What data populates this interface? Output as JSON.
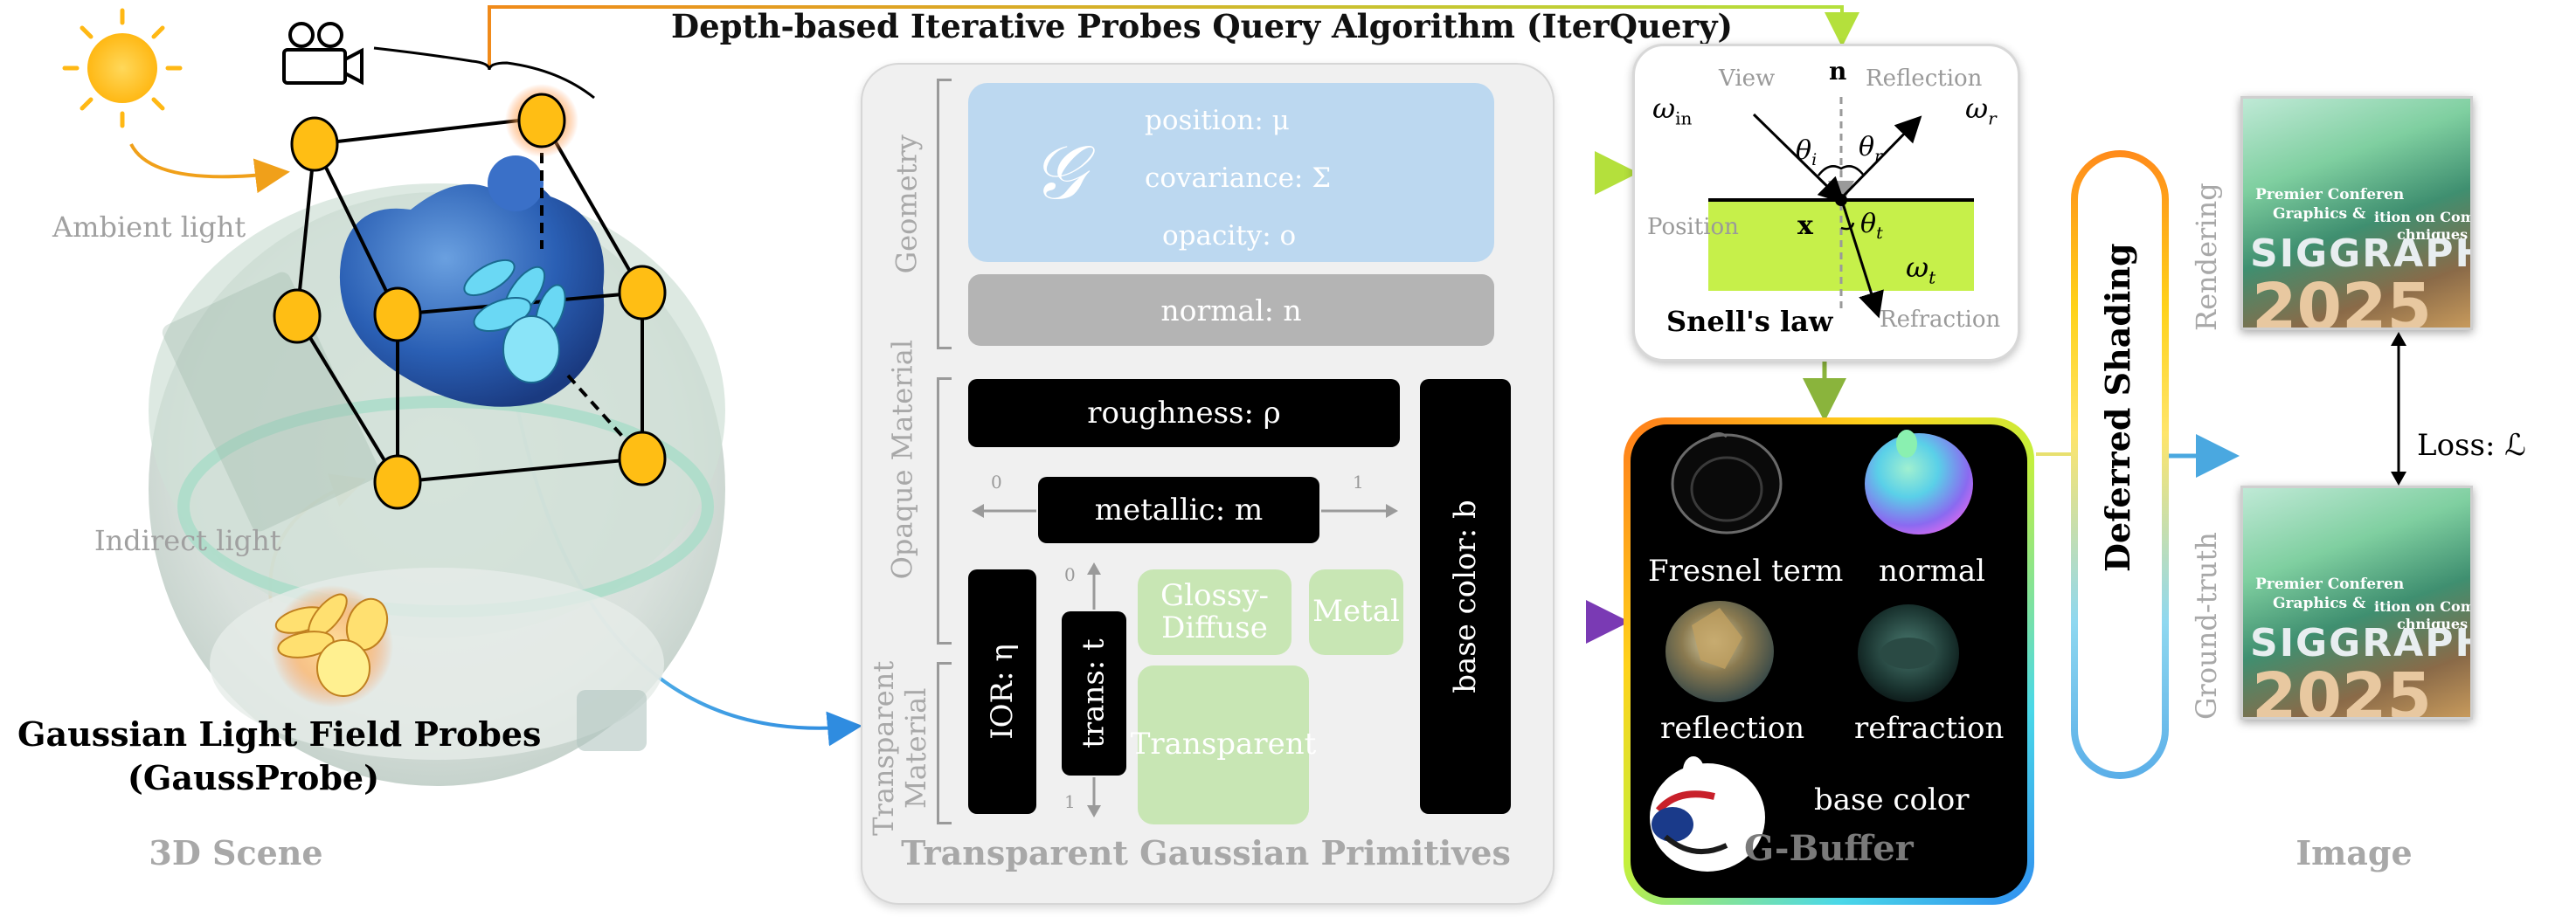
{
  "title": "Depth-based Iterative Probes Query Algorithm (IterQuery)",
  "scene": {
    "ambient_label": "Ambient light",
    "indirect_label": "Indirect light",
    "probes_title_line1": "Gaussian Light Field Probes",
    "probes_title_line2": "(GaussProbe)",
    "caption": "3D Scene"
  },
  "primitives": {
    "geometry_group": "Geometry",
    "opaque_group": "Opaque Material",
    "transparent_group": "Transparent Material",
    "geometry_symbol": "𝒢",
    "position": "position: μ",
    "covariance": "covariance: Σ",
    "opacity": "opacity: o",
    "normal": "normal: n",
    "roughness": "roughness: ρ",
    "metallic": "metallic: m",
    "metallic_min": "0",
    "metallic_max": "1",
    "base_color": "base color: b",
    "ior": "IOR: η",
    "trans": "trans: t",
    "trans_min": "0",
    "trans_max": "1",
    "glossy_line1": "Glossy-",
    "glossy_line2": "Diffuse",
    "metal": "Metal",
    "transparent": "Transparent",
    "caption": "Transparent Gaussian Primitives"
  },
  "snell": {
    "view": "View",
    "reflection": "Reflection",
    "refraction": "Refraction",
    "position": "Position",
    "normal_symbol": "n",
    "w_in": "ω",
    "w_in_sub": "in",
    "w_r": "ω",
    "w_r_sub": "r",
    "w_t": "ω",
    "w_t_sub": "t",
    "theta_i": "θ",
    "theta_i_sub": "i",
    "theta_r": "θ",
    "theta_r_sub": "r",
    "theta_t": "θ",
    "theta_t_sub": "t",
    "x": "x",
    "caption": "Snell's law"
  },
  "gbuffer": {
    "fresnel": "Fresnel term",
    "normal": "normal",
    "reflection": "reflection",
    "refraction": "refraction",
    "base_color": "base color",
    "caption": "G-Buffer"
  },
  "deferred_shading": "Deferred Shading",
  "image": {
    "rendering_label": "Rendering",
    "ground_truth_label": "Ground-truth",
    "loss_label": "Loss: ℒ",
    "caption": "Image",
    "overlay_line1": "Premier Conferen",
    "overlay_line2": "Graphics &",
    "overlay_line3": "chniques",
    "overlay_line4": "ition on Comp",
    "brand": "SIGGRAPH",
    "year": "2025"
  },
  "colors": {
    "geometry_fill": "#bcd8f0",
    "normal_fill": "#b4b4b4",
    "green_fill": "#c8e6b4",
    "snell_green": "#c6f04a",
    "vertex": "#ffbe14",
    "probe_cyan": "#5ad8f0",
    "arrow_orange": "#f08a1a",
    "arrow_green": "#a8e03c",
    "arrow_purple": "#7a3ab4",
    "arrow_blue": "#4aa0e0"
  }
}
